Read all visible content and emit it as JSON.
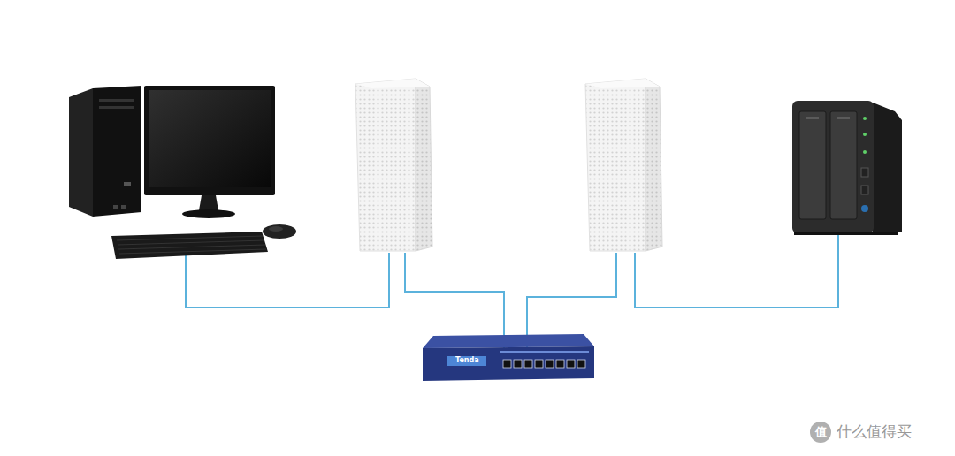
{
  "diagram": {
    "labels": [
      "Tenda",
      "值",
      "什么值得买"
    ]
  }
}
